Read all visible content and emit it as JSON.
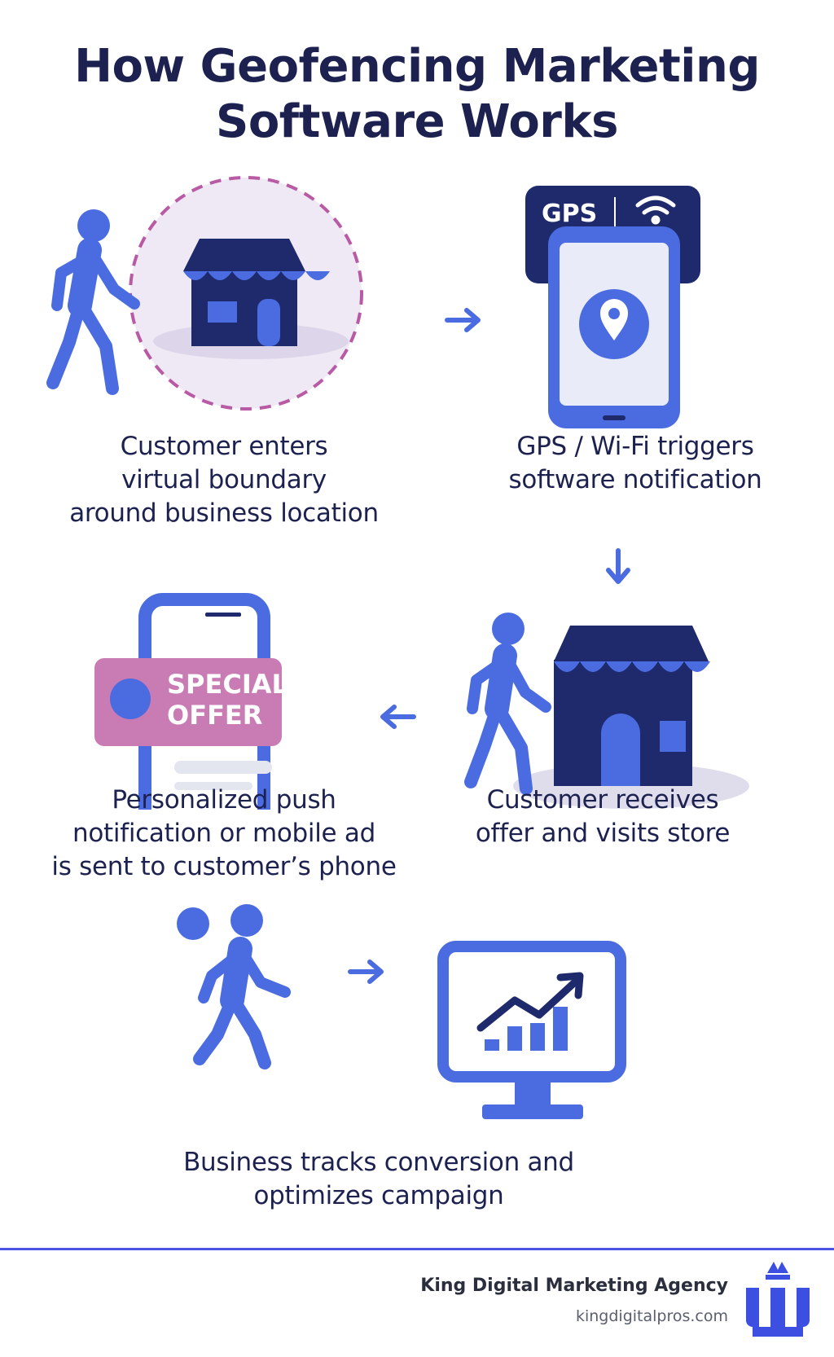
{
  "title": {
    "line1": "How Geofencing Marketing",
    "line2": "Software Works"
  },
  "steps": [
    {
      "lines": [
        "Customer enters",
        "virtual boundary",
        "around business location"
      ]
    },
    {
      "lines": [
        "GPS / Wi-Fi triggers",
        "software notification"
      ]
    },
    {
      "lines": [
        "Customer receives",
        "offer and visits store"
      ]
    },
    {
      "lines": [
        "Personalized push",
        "notification or mobile ad",
        "is sent to customer’s phone"
      ]
    },
    {
      "lines": [
        "Business tracks conversion and",
        "optimizes campaign"
      ]
    }
  ],
  "phone_badge": {
    "gps": "GPS"
  },
  "offer": {
    "line1": "SPECIAL",
    "line2": "OFFER"
  },
  "footer": {
    "brand": "King Digital Marketing Agency",
    "url": "kingdigitalpros.com"
  },
  "colors": {
    "navy": "#1c2150",
    "blue": "#4a6ce0",
    "pink": "#c97bb3",
    "light_purple": "#efe9f5",
    "footer_line": "#4b53e6"
  },
  "icons": [
    "walking-person-icon",
    "storefront-icon",
    "smartphone-icon",
    "location-pin-icon",
    "wifi-icon",
    "arrow-icon",
    "bar-chart-icon",
    "monitor-icon",
    "king-crown-logo-icon"
  ]
}
